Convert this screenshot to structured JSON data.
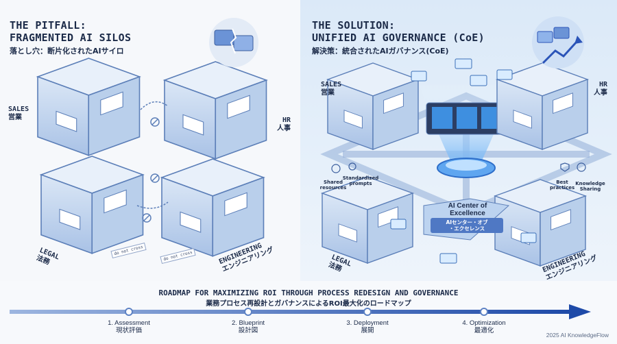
{
  "left": {
    "title_en_1": "THE PITFALL:",
    "title_en_2": "FRAGMENTED AI SILOS",
    "title_jp": "落とし穴：断片化されたAIサイロ",
    "depts": {
      "sales_en": "SALES",
      "sales_jp": "営業",
      "hr_en": "HR",
      "hr_jp": "人事",
      "legal_en": "LEGAL",
      "legal_jp": "法務",
      "eng_en": "ENGINEERING",
      "eng_jp": "エンジニアリング"
    },
    "badge_1": "do not cross",
    "badge_2": "do not cross"
  },
  "right": {
    "title_en_1": "THE SOLUTION:",
    "title_en_2": "UNIFIED AI GOVERNANCE (CoE)",
    "title_jp": "解決策：統合されたAIガバナンス(CoE)",
    "depts": {
      "sales_en": "SALES",
      "sales_jp": "営業",
      "hr_en": "HR",
      "hr_jp": "人事",
      "legal_en": "LEGAL",
      "legal_jp": "法務",
      "eng_en": "ENGINEERING",
      "eng_jp": "エンジニアリング"
    },
    "labels": {
      "shared_1": "Shared",
      "shared_2": "resources",
      "std_1": "Standardized",
      "std_2": "prompts",
      "best_1": "Best",
      "best_2": "practices",
      "know_1": "Knowledge",
      "know_2": "Sharing"
    },
    "coe_en_1": "AI Center of",
    "coe_en_2": "Excellence",
    "coe_jp_1": "AIセンター・オブ",
    "coe_jp_2": "・エクセレンス"
  },
  "roadmap": {
    "title_en": "ROADMAP FOR MAXIMIZING ROI THROUGH PROCESS REDESIGN AND GOVERNANCE",
    "title_jp": "業務プロセス再設計とガバナンスによるROI最大化のロードマップ",
    "steps": [
      {
        "en": "1. Assessment",
        "jp": "現状評価"
      },
      {
        "en": "2. Blueprint",
        "jp": "設計図"
      },
      {
        "en": "3. Deployment",
        "jp": "展開"
      },
      {
        "en": "4. Optimization",
        "jp": "最適化"
      }
    ]
  },
  "footer": "2025 AI KnowledgeFlow",
  "colors": {
    "accent": "#3f6fd1",
    "room_fill": "#c9dbf2",
    "room_edge": "#5c7fb8",
    "arrow_dark": "#2b54b8"
  }
}
